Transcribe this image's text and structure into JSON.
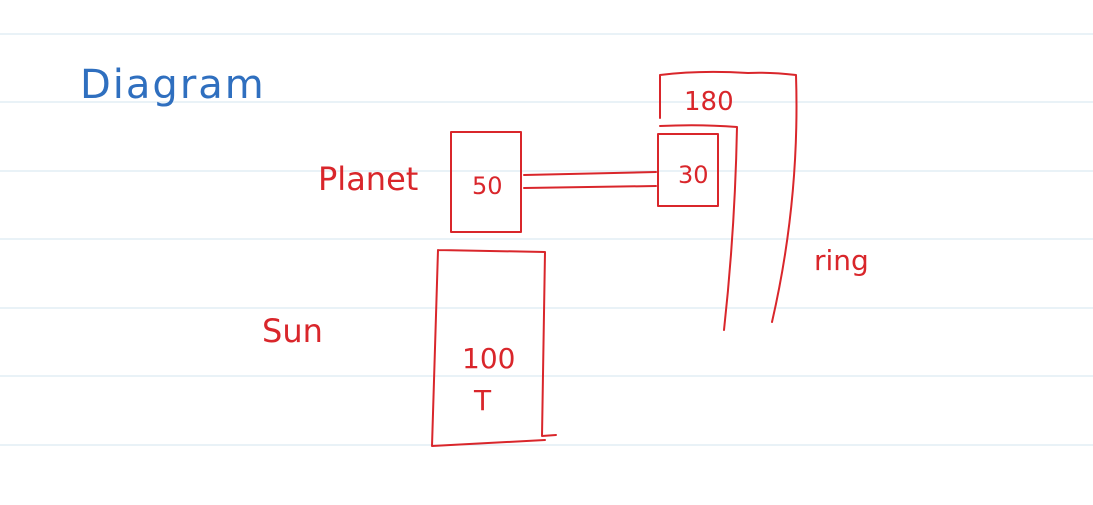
{
  "colors": {
    "paper": "#ffffff",
    "rule_lines": "#d3e4ef",
    "title_ink": "#2f6fbf",
    "diagram_ink": "#d9262b"
  },
  "title": "Diagram",
  "labels": {
    "planet": "Planet",
    "sun": "Sun",
    "ring": "ring"
  },
  "boxes": {
    "ring_value": "180",
    "planet_value": "50",
    "carrier_value": "30",
    "sun_value": "100",
    "sun_unit": "T"
  }
}
